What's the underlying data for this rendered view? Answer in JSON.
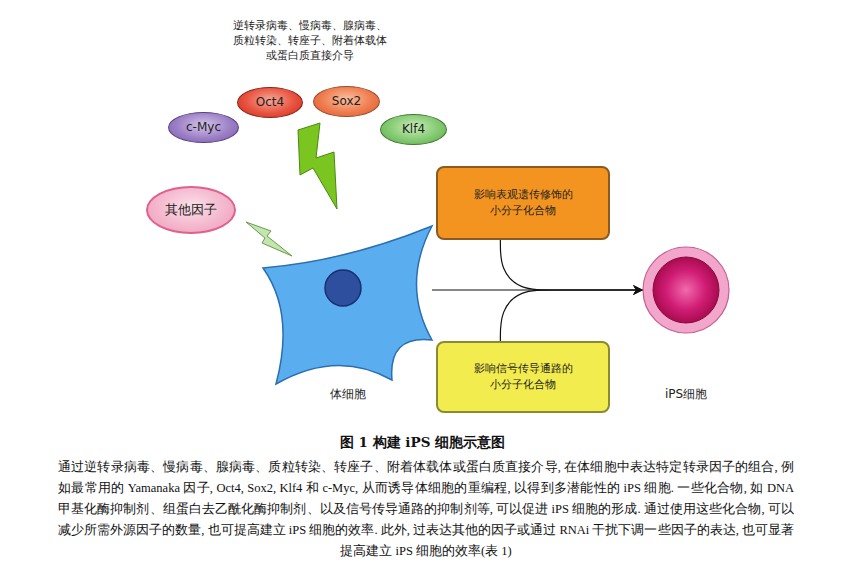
{
  "diagram": {
    "title": "图 1 构建 iPS 细胞示意图",
    "caption": "通过逆转录病毒、慢病毒、腺病毒、质粒转染、转座子、附着体载体或蛋白质直接介导, 在体细胞中表达特定转录因子的组合, 例如最常用的 Yamanaka 因子, Oct4, Sox2, Klf4 和 c-Myc, 从而诱导体细胞的重编程, 以得到多潜能性的 iPS 细胞. 一些化合物, 如 DNA 甲基化酶抑制剂、组蛋白去乙酰化酶抑制剂、以及信号传导通路的抑制剂等, 可以促进 iPS 细胞的形成. 通过使用这些化合物, 可以减少所需外源因子的数量, 也可提高建立 iPS 细胞的效率. 此外, 过表达其他的因子或通过 RNAi 干扰下调一些因子的表达, 也可显著提高建立 iPS 细胞的效率(表 1)",
    "nodes": [
      {
        "text": [
          "Oct4"
        ]
      },
      {
        "text": [
          "Sox2"
        ]
      },
      {
        "text": [
          "c-Myc"
        ]
      },
      {
        "text": [
          "Klf4"
        ]
      },
      {
        "text": [
          "其他因子"
        ]
      },
      {
        "text": [
          "影响表观遗传修饰的 小分子化合物"
        ]
      },
      {
        "text": [
          "体细胞"
        ]
      },
      {
        "text": [
          "影响信号传导通路的 小分子化合物"
        ]
      },
      {
        "text": [
          "iPS细胞"
        ]
      }
    ],
    "edges": [
      {
        "from": 6,
        "to": 8,
        "arrow": "to"
      },
      {
        "from": 5,
        "to": 8,
        "arrow": "to"
      },
      {
        "from": 7,
        "to": 8,
        "arrow": "to"
      }
    ],
    "labels": [
      "逆转录病毒、慢病毒、腺病毒、质粒转染、转座子、附着体载体或蛋白质直接介导"
    ]
  }
}
